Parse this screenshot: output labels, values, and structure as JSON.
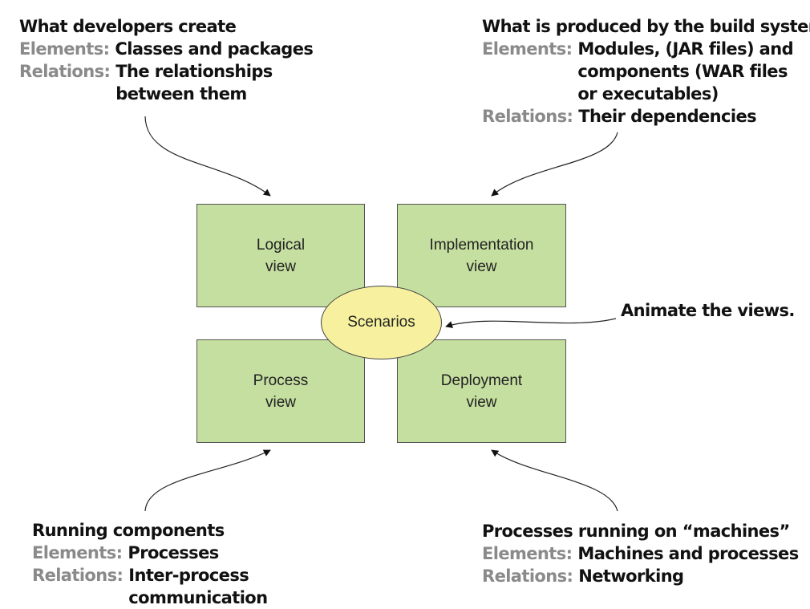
{
  "colors": {
    "view_fill": "#c5dfa0",
    "scenario_fill": "#f7f19f",
    "label_gray": "#8a8a8a",
    "text": "#111111"
  },
  "views": {
    "logical": [
      "Logical",
      "view"
    ],
    "implementation": [
      "Implementation",
      "view"
    ],
    "process": [
      "Process",
      "view"
    ],
    "deployment": [
      "Deployment",
      "view"
    ]
  },
  "scenarios": "Scenarios",
  "annotations": {
    "logical": {
      "title": "What developers create",
      "elements_label": "Elements:",
      "elements": [
        "Classes and packages"
      ],
      "relations_label": "Relations:",
      "relations": [
        "The relationships",
        "between them"
      ]
    },
    "implementation": {
      "title": "What is produced by the build system",
      "elements_label": "Elements:",
      "elements": [
        "Modules, (JAR files) and",
        "components (WAR files",
        "or executables)"
      ],
      "relations_label": "Relations:",
      "relations": [
        "Their dependencies"
      ]
    },
    "process": {
      "title": "Running components",
      "elements_label": "Elements:",
      "elements": [
        "Processes"
      ],
      "relations_label": "Relations:",
      "relations": [
        "Inter-process",
        "communication"
      ]
    },
    "deployment": {
      "title": "Processes running on “machines”",
      "elements_label": "Elements:",
      "elements": [
        "Machines and processes"
      ],
      "relations_label": "Relations:",
      "relations": [
        "Networking"
      ]
    },
    "scenarios": "Animate the views."
  }
}
